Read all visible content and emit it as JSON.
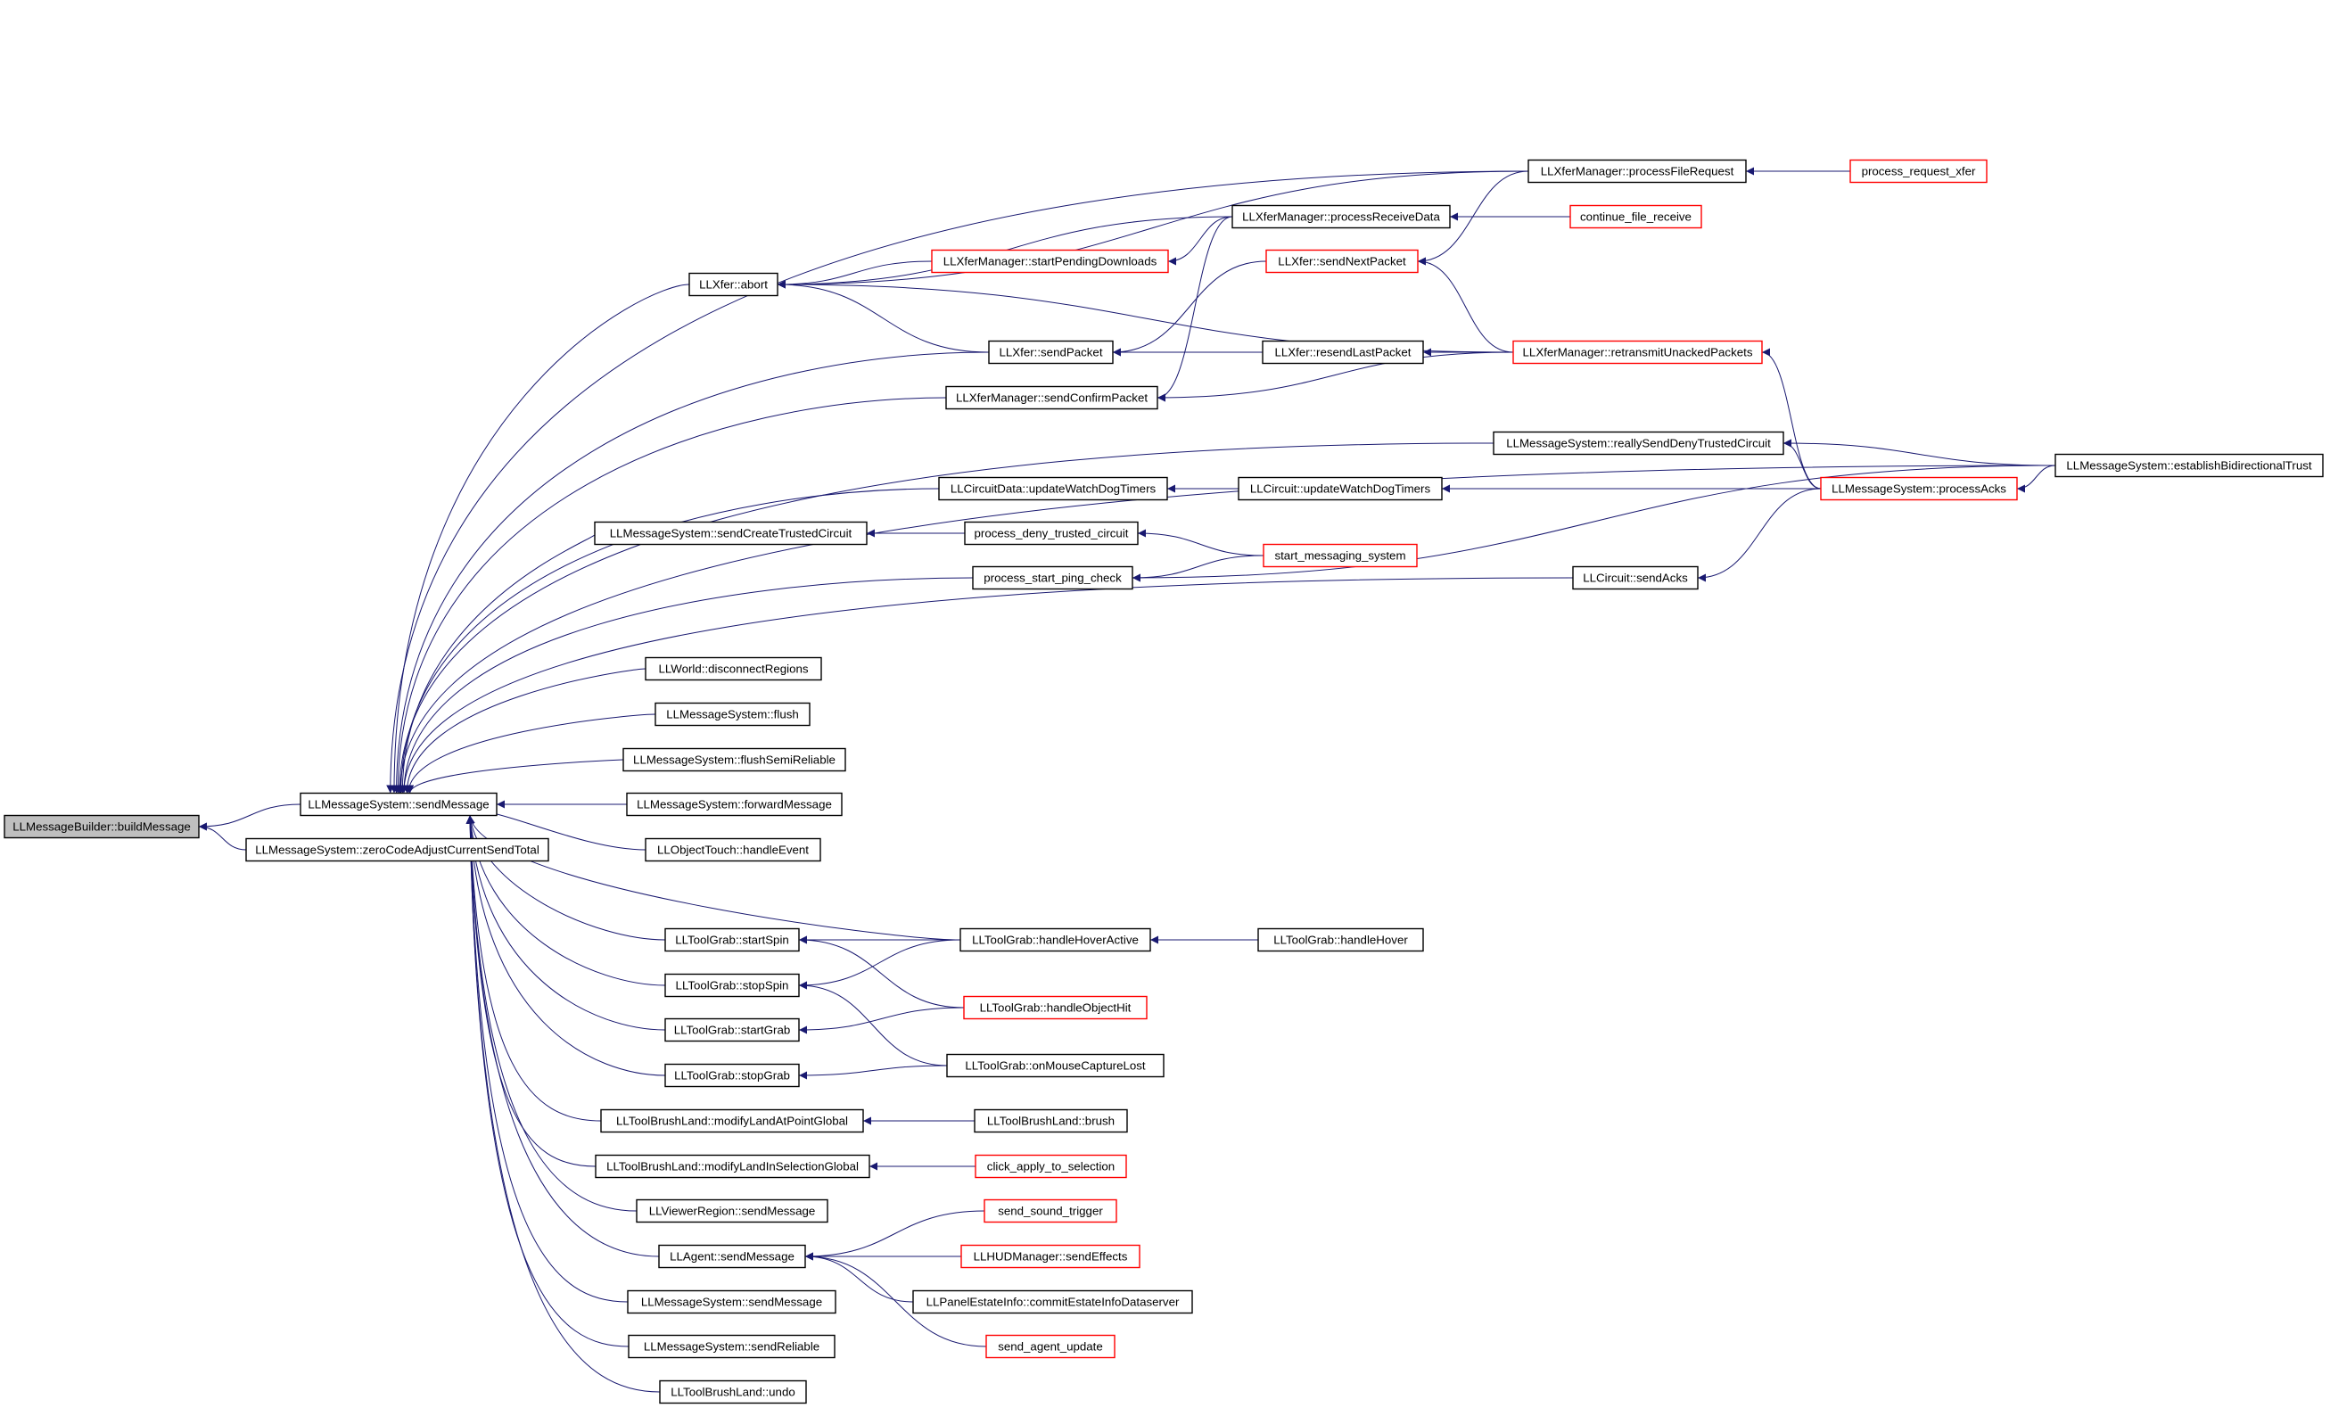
{
  "colors": {
    "edge": "#191970",
    "normal_border": "#000000",
    "truncated_border": "#ff0000",
    "root_fill": "#bfbfbf",
    "fill": "#ffffff"
  },
  "nodes": {
    "buildMessage": {
      "label": "LLMessageBuilder::buildMessage",
      "style": "root"
    },
    "sendMessage": {
      "label": "LLMessageSystem::sendMessage",
      "style": "normal"
    },
    "zeroCode": {
      "label": "LLMessageSystem::zeroCodeAdjustCurrentSendTotal",
      "style": "normal"
    },
    "xferAbort": {
      "label": "LLXfer::abort",
      "style": "normal"
    },
    "processFileRequest": {
      "label": "LLXferManager::processFileRequest",
      "style": "normal"
    },
    "processRequestXfer": {
      "label": "process_request_xfer",
      "style": "truncated"
    },
    "processReceiveData": {
      "label": "LLXferManager::processReceiveData",
      "style": "normal"
    },
    "continueFileReceive": {
      "label": "continue_file_receive",
      "style": "truncated"
    },
    "startPendingDownloads": {
      "label": "LLXferManager::startPendingDownloads",
      "style": "truncated"
    },
    "sendNextPacket": {
      "label": "LLXfer::sendNextPacket",
      "style": "truncated"
    },
    "sendPacket": {
      "label": "LLXfer::sendPacket",
      "style": "normal"
    },
    "resendLastPacket": {
      "label": "LLXfer::resendLastPacket",
      "style": "normal"
    },
    "retransmit": {
      "label": "LLXferManager::retransmitUnackedPackets",
      "style": "truncated"
    },
    "sendConfirmPacket": {
      "label": "LLXferManager::sendConfirmPacket",
      "style": "normal"
    },
    "reallySendDeny": {
      "label": "LLMessageSystem::reallySendDenyTrustedCircuit",
      "style": "normal"
    },
    "establishTrust": {
      "label": "LLMessageSystem::establishBidirectionalTrust",
      "style": "normal"
    },
    "processAcks": {
      "label": "LLMessageSystem::processAcks",
      "style": "truncated"
    },
    "cdUpdateWatchDog": {
      "label": "LLCircuitData::updateWatchDogTimers",
      "style": "normal"
    },
    "cUpdateWatchDog": {
      "label": "LLCircuit::updateWatchDogTimers",
      "style": "normal"
    },
    "sendCreateTrusted": {
      "label": "LLMessageSystem::sendCreateTrustedCircuit",
      "style": "normal"
    },
    "processDenyTrusted": {
      "label": "process_deny_trusted_circuit",
      "style": "normal"
    },
    "startMessaging": {
      "label": "start_messaging_system",
      "style": "truncated"
    },
    "processStartPing": {
      "label": "process_start_ping_check",
      "style": "normal"
    },
    "sendAcks": {
      "label": "LLCircuit::sendAcks",
      "style": "normal"
    },
    "disconnectRegions": {
      "label": "LLWorld::disconnectRegions",
      "style": "normal"
    },
    "flush": {
      "label": "LLMessageSystem::flush",
      "style": "normal"
    },
    "flushSemi": {
      "label": "LLMessageSystem::flushSemiReliable",
      "style": "normal"
    },
    "forwardMessage": {
      "label": "LLMessageSystem::forwardMessage",
      "style": "normal"
    },
    "handleEvent": {
      "label": "LLObjectTouch::handleEvent",
      "style": "normal"
    },
    "startSpin": {
      "label": "LLToolGrab::startSpin",
      "style": "normal"
    },
    "handleHoverActive": {
      "label": "LLToolGrab::handleHoverActive",
      "style": "normal"
    },
    "handleHover": {
      "label": "LLToolGrab::handleHover",
      "style": "normal"
    },
    "stopSpin": {
      "label": "LLToolGrab::stopSpin",
      "style": "normal"
    },
    "handleObjectHit": {
      "label": "LLToolGrab::handleObjectHit",
      "style": "truncated"
    },
    "startGrab": {
      "label": "LLToolGrab::startGrab",
      "style": "normal"
    },
    "onMouseCaptureLost": {
      "label": "LLToolGrab::onMouseCaptureLost",
      "style": "normal"
    },
    "stopGrab": {
      "label": "LLToolGrab::stopGrab",
      "style": "normal"
    },
    "modifyLandAtPoint": {
      "label": "LLToolBrushLand::modifyLandAtPointGlobal",
      "style": "normal"
    },
    "brush": {
      "label": "LLToolBrushLand::brush",
      "style": "normal"
    },
    "modifyLandInSel": {
      "label": "LLToolBrushLand::modifyLandInSelectionGlobal",
      "style": "normal"
    },
    "clickApply": {
      "label": "click_apply_to_selection",
      "style": "truncated"
    },
    "viewerRegionSend": {
      "label": "LLViewerRegion::sendMessage",
      "style": "normal"
    },
    "agentSend": {
      "label": "LLAgent::sendMessage",
      "style": "normal"
    },
    "sendSoundTrigger": {
      "label": "send_sound_trigger",
      "style": "truncated"
    },
    "sendEffects": {
      "label": "LLHUDManager::sendEffects",
      "style": "truncated"
    },
    "commitEstate": {
      "label": "LLPanelEstateInfo::commitEstateInfoDataserver",
      "style": "normal"
    },
    "sendAgentUpdate": {
      "label": "send_agent_update",
      "style": "truncated"
    },
    "msgSendMessage2": {
      "label": "LLMessageSystem::sendMessage",
      "style": "normal"
    },
    "sendReliable": {
      "label": "LLMessageSystem::sendReliable",
      "style": "normal"
    },
    "undo": {
      "label": "LLToolBrushLand::undo",
      "style": "normal"
    }
  },
  "edges": [
    {
      "from": "sendMessage",
      "to": "buildMessage"
    },
    {
      "from": "zeroCode",
      "to": "buildMessage"
    },
    {
      "from": "xferAbort",
      "to": "sendMessage"
    },
    {
      "from": "processFileRequest",
      "to": "sendMessage"
    },
    {
      "from": "establishTrust",
      "to": "sendMessage"
    },
    {
      "from": "sendPacket",
      "to": "sendMessage"
    },
    {
      "from": "sendConfirmPacket",
      "to": "sendMessage"
    },
    {
      "from": "reallySendDeny",
      "to": "sendMessage"
    },
    {
      "from": "cdUpdateWatchDog",
      "to": "sendMessage"
    },
    {
      "from": "sendCreateTrusted",
      "to": "sendMessage"
    },
    {
      "from": "processStartPing",
      "to": "sendMessage"
    },
    {
      "from": "sendAcks",
      "to": "sendMessage"
    },
    {
      "from": "disconnectRegions",
      "to": "sendMessage"
    },
    {
      "from": "flush",
      "to": "sendMessage"
    },
    {
      "from": "flushSemi",
      "to": "sendMessage"
    },
    {
      "from": "forwardMessage",
      "to": "sendMessage"
    },
    {
      "from": "handleEvent",
      "to": "sendMessage"
    },
    {
      "from": "handleHoverActive",
      "to": "sendMessage"
    },
    {
      "from": "startSpin",
      "to": "sendMessage"
    },
    {
      "from": "stopSpin",
      "to": "sendMessage"
    },
    {
      "from": "startGrab",
      "to": "sendMessage"
    },
    {
      "from": "stopGrab",
      "to": "sendMessage"
    },
    {
      "from": "modifyLandAtPoint",
      "to": "sendMessage"
    },
    {
      "from": "modifyLandInSel",
      "to": "sendMessage"
    },
    {
      "from": "viewerRegionSend",
      "to": "sendMessage"
    },
    {
      "from": "agentSend",
      "to": "sendMessage"
    },
    {
      "from": "msgSendMessage2",
      "to": "sendMessage"
    },
    {
      "from": "sendReliable",
      "to": "sendMessage"
    },
    {
      "from": "undo",
      "to": "sendMessage"
    },
    {
      "from": "processFileRequest",
      "to": "xferAbort"
    },
    {
      "from": "processReceiveData",
      "to": "xferAbort"
    },
    {
      "from": "startPendingDownloads",
      "to": "xferAbort"
    },
    {
      "from": "sendPacket",
      "to": "xferAbort"
    },
    {
      "from": "retransmit",
      "to": "xferAbort"
    },
    {
      "from": "processRequestXfer",
      "to": "processFileRequest"
    },
    {
      "from": "continueFileReceive",
      "to": "processReceiveData"
    },
    {
      "from": "processReceiveData",
      "to": "startPendingDownloads"
    },
    {
      "from": "processReceiveData",
      "to": "sendConfirmPacket"
    },
    {
      "from": "sendNextPacket",
      "to": "sendPacket"
    },
    {
      "from": "processFileRequest",
      "to": "sendNextPacket"
    },
    {
      "from": "retransmit",
      "to": "sendNextPacket"
    },
    {
      "from": "resendLastPacket",
      "to": "sendPacket"
    },
    {
      "from": "retransmit",
      "to": "resendLastPacket"
    },
    {
      "from": "retransmit",
      "to": "sendConfirmPacket"
    },
    {
      "from": "processAcks",
      "to": "retransmit"
    },
    {
      "from": "processAcks",
      "to": "reallySendDeny"
    },
    {
      "from": "establishTrust",
      "to": "reallySendDeny"
    },
    {
      "from": "establishTrust",
      "to": "processAcks"
    },
    {
      "from": "cUpdateWatchDog",
      "to": "cdUpdateWatchDog"
    },
    {
      "from": "processAcks",
      "to": "cUpdateWatchDog"
    },
    {
      "from": "processAcks",
      "to": "sendAcks"
    },
    {
      "from": "processDenyTrusted",
      "to": "sendCreateTrusted"
    },
    {
      "from": "startMessaging",
      "to": "processDenyTrusted"
    },
    {
      "from": "startMessaging",
      "to": "processStartPing"
    },
    {
      "from": "establishTrust",
      "to": "processStartPing"
    },
    {
      "from": "handleHover",
      "to": "handleHoverActive"
    },
    {
      "from": "handleHoverActive",
      "to": "startSpin"
    },
    {
      "from": "handleObjectHit",
      "to": "startSpin"
    },
    {
      "from": "handleHoverActive",
      "to": "stopSpin"
    },
    {
      "from": "onMouseCaptureLost",
      "to": "stopSpin"
    },
    {
      "from": "handleObjectHit",
      "to": "startGrab"
    },
    {
      "from": "onMouseCaptureLost",
      "to": "stopGrab"
    },
    {
      "from": "brush",
      "to": "modifyLandAtPoint"
    },
    {
      "from": "clickApply",
      "to": "modifyLandInSel"
    },
    {
      "from": "sendSoundTrigger",
      "to": "agentSend"
    },
    {
      "from": "sendEffects",
      "to": "agentSend"
    },
    {
      "from": "commitEstate",
      "to": "agentSend"
    },
    {
      "from": "sendAgentUpdate",
      "to": "agentSend"
    }
  ]
}
